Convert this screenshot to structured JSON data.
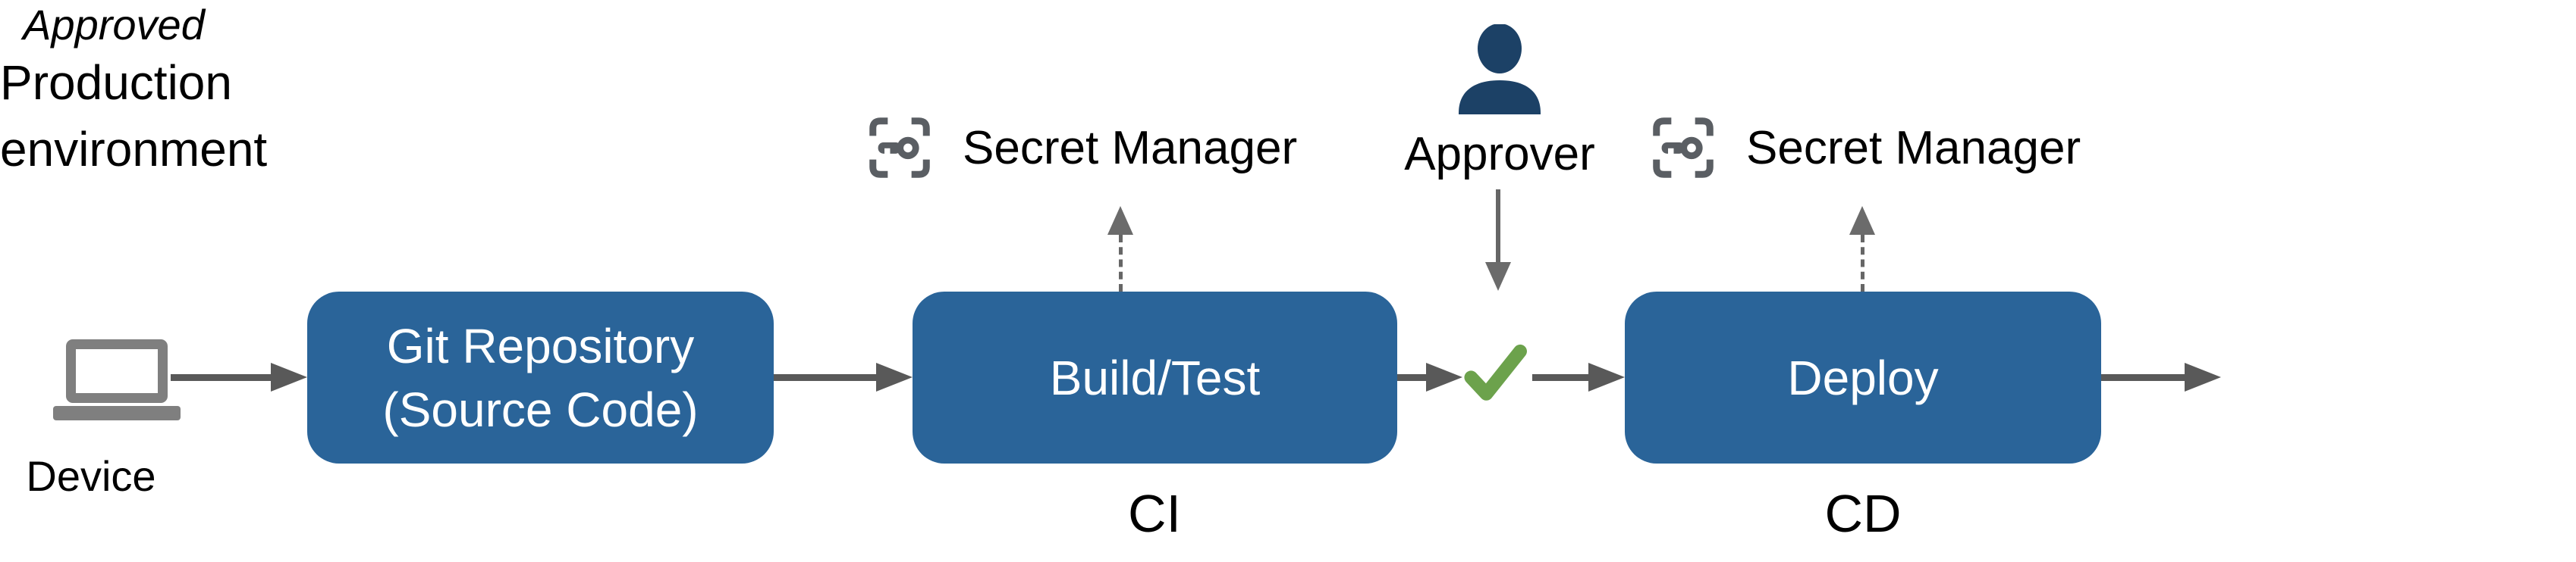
{
  "nodes": {
    "device": {
      "label": "Device"
    },
    "git": {
      "line1": "Git Repository",
      "line2": "(Source Code)"
    },
    "build": {
      "label": "Build/Test",
      "caption": "CI"
    },
    "deploy": {
      "label": "Deploy",
      "caption": "CD"
    },
    "secret_manager_left": {
      "label": "Secret Manager"
    },
    "secret_manager_right": {
      "label": "Secret Manager"
    },
    "approver": {
      "label": "Approver"
    },
    "approved": {
      "label": "Approved"
    },
    "production": {
      "line1": "Production",
      "line2": "environment"
    }
  },
  "icons": {
    "device": "laptop-icon",
    "secret_manager": "brackets-key-icon",
    "approver": "person-icon",
    "approved": "green-check-icon"
  },
  "colors": {
    "box_blue": "#2a6499",
    "person_navy": "#1c4166",
    "check_green": "#6ca24c",
    "arrow_gray": "#595959",
    "icon_gray": "#5a5e63",
    "laptop_gray": "#7f7f7f",
    "text_black": "#000000",
    "box_text_white": "#ffffff"
  }
}
